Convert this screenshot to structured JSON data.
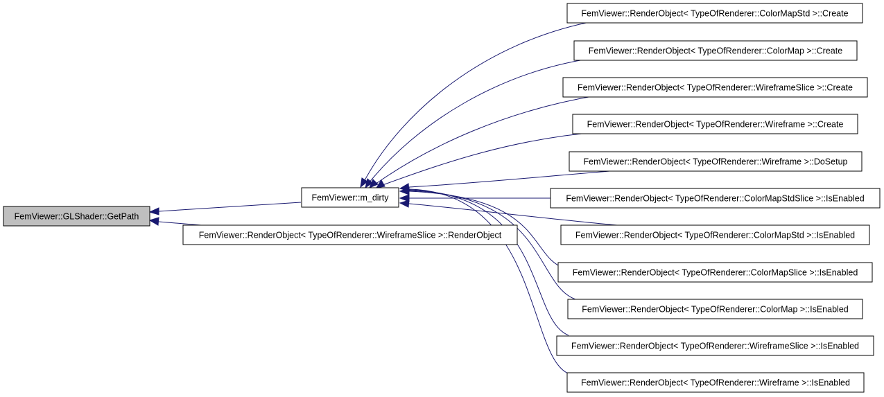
{
  "colors": {
    "edge": "#191970",
    "node_border": "#000000",
    "node_fill": "#ffffff",
    "root_fill": "#bfbfbf",
    "text": "#000000"
  },
  "nodes": {
    "root": "FemViewer::GLShader::GetPath",
    "m_dirty": "FemViewer::m_dirty",
    "wireframe_slice_ctor": "FemViewer::RenderObject< TypeOfRenderer::WireframeSlice >::RenderObject",
    "n01": "FemViewer::RenderObject< TypeOfRenderer::ColorMapStd >::Create",
    "n02": "FemViewer::RenderObject< TypeOfRenderer::ColorMap >::Create",
    "n03": "FemViewer::RenderObject< TypeOfRenderer::WireframeSlice >::Create",
    "n04": "FemViewer::RenderObject< TypeOfRenderer::Wireframe >::Create",
    "n05": "FemViewer::RenderObject< TypeOfRenderer::Wireframe >::DoSetup",
    "n06": "FemViewer::RenderObject< TypeOfRenderer::ColorMapStdSlice >::IsEnabled",
    "n07": "FemViewer::RenderObject< TypeOfRenderer::ColorMapStd >::IsEnabled",
    "n08": "FemViewer::RenderObject< TypeOfRenderer::ColorMapSlice >::IsEnabled",
    "n09": "FemViewer::RenderObject< TypeOfRenderer::ColorMap >::IsEnabled",
    "n10": "FemViewer::RenderObject< TypeOfRenderer::WireframeSlice >::IsEnabled",
    "n11": "FemViewer::RenderObject< TypeOfRenderer::Wireframe >::IsEnabled"
  }
}
